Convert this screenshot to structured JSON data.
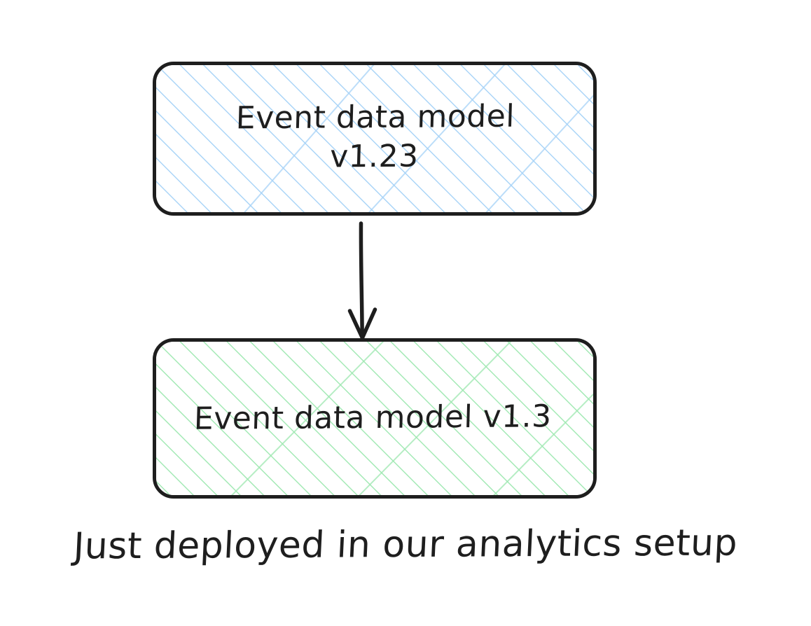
{
  "diagram": {
    "type": "flowchart",
    "style": "hand-drawn-sketch",
    "background_color": "#ffffff",
    "stroke_color": "#1e1e1e",
    "nodes": [
      {
        "id": "event-data-model-v123",
        "label": "Event data model\nv1.23",
        "label_line_1": "Event data model",
        "label_line_2": "v1.23",
        "shape": "rounded-rectangle",
        "fill_style": "hachure",
        "hatch_color": "#a5d2f7",
        "background_color": "#ffffff"
      },
      {
        "id": "event-data-model-v13",
        "label": "Event data model v1.3",
        "shape": "rounded-rectangle",
        "fill_style": "hachure",
        "hatch_color": "#9de8b0",
        "background_color": "#ffffff"
      }
    ],
    "edges": [
      {
        "id": "v123-to-v13",
        "from": "event-data-model-v123",
        "to": "event-data-model-v13",
        "arrowhead": "triangle-open",
        "direction": "down",
        "color": "#1e1e1e",
        "label": ""
      }
    ],
    "caption": "Just deployed in our analytics setup"
  }
}
